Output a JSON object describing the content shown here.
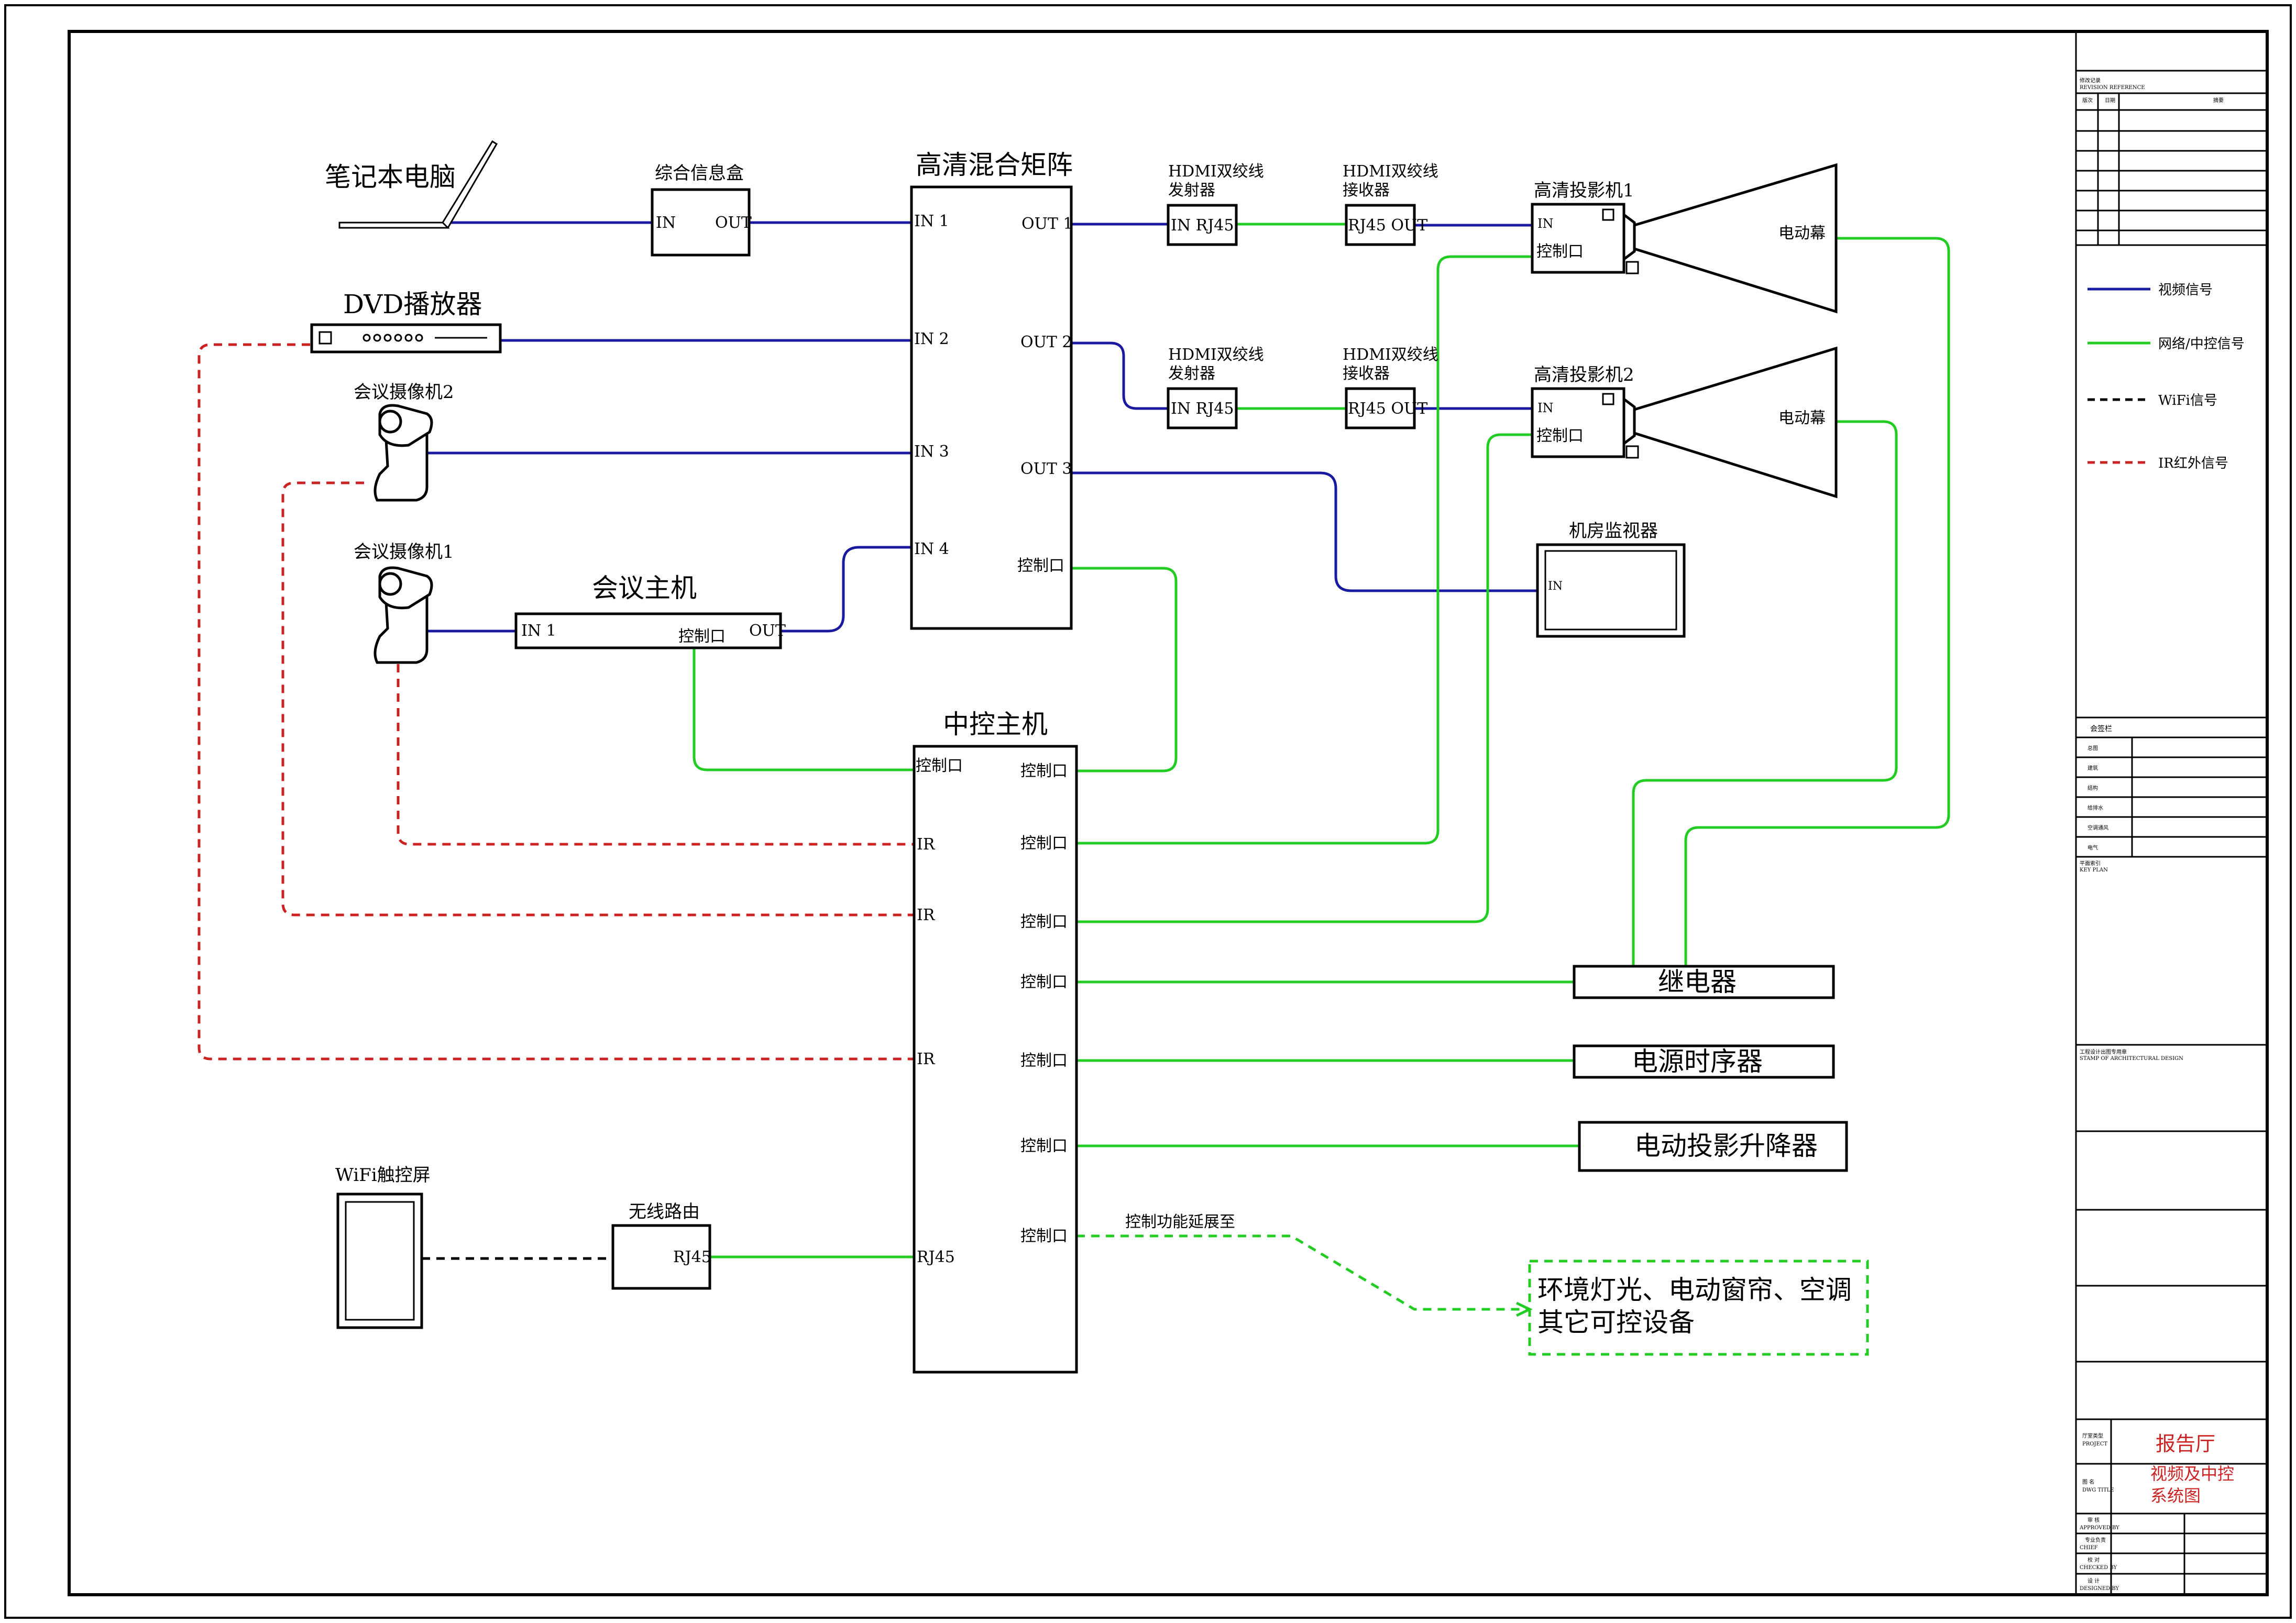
{
  "devices": {
    "laptop": "笔记本电脑",
    "info_box": "综合信息盒",
    "matrix": "高清混合矩阵",
    "dvd": "DVD播放器",
    "camera2": "会议摄像机2",
    "camera1": "会议摄像机1",
    "conf_host": "会议主机",
    "ctrl_host": "中控主机",
    "tx1": "HDMI双绞线\n发射器",
    "rx1": "HDMI双绞线\n接收器",
    "tx2": "HDMI双绞线\n发射器",
    "rx2": "HDMI双绞线\n接收器",
    "proj1": "高清投影机1",
    "proj2": "高清投影机2",
    "screen1": "电动幕",
    "screen2": "电动幕",
    "monitor": "机房监视器",
    "relay": "继电器",
    "power_seq": "电源时序器",
    "lift": "电动投影升降器",
    "touch": "WiFi触控屏",
    "router": "无线路由",
    "extension": "环境灯光、电动窗帘、空调\n其它可控设备",
    "extension_label": "控制功能延展至"
  },
  "ports": {
    "in": "IN",
    "out": "OUT",
    "in1": "IN 1",
    "in2": "IN 2",
    "in3": "IN 3",
    "in4": "IN 4",
    "out1": "OUT 1",
    "out2": "OUT 2",
    "out3": "OUT 3",
    "ctrl": "控制口",
    "ir": "IR",
    "rj45": "RJ45",
    "tx_ports": "IN  RJ45",
    "rx_ports": "RJ45 OUT"
  },
  "legend": [
    {
      "label": "视频信号",
      "color": "#1a1aa0",
      "style": "solid"
    },
    {
      "label": "网络/中控信号",
      "color": "#22cc22",
      "style": "solid"
    },
    {
      "label": "WiFi信号",
      "color": "#000000",
      "style": "dashed"
    },
    {
      "label": "IR红外信号",
      "color": "#cc2222",
      "style": "dashed"
    }
  ],
  "title_block": {
    "revision_title": "修改记录",
    "revision_en": "REVISION REFERENCE",
    "rev_cols": [
      "版次",
      "日期",
      "摘要"
    ],
    "sign_title": "会签栏",
    "sign_rows": [
      "总图",
      "建筑",
      "结构",
      "给排水",
      "空调通风",
      "电气"
    ],
    "key_plan": "平面索引",
    "key_plan_en": "KEY PLAN",
    "stamp": "工程设计出图专用章",
    "stamp_en": "STAMP OF ARCHITECTURAL DESIGN",
    "project_label": "厅室类型",
    "project_en": "PROJECT",
    "project_value": "报告厅",
    "drawing_label": "图 名",
    "drawing_en": "DWG TITLE",
    "drawing_value": "视频及中控\n系统图",
    "approve_rows": [
      "审 核",
      "专业负责",
      "校 对",
      "设 计"
    ],
    "approve_en": [
      "APPROVED BY",
      "CHIEF",
      "CHECKED BY",
      "DESIGNED BY"
    ]
  }
}
